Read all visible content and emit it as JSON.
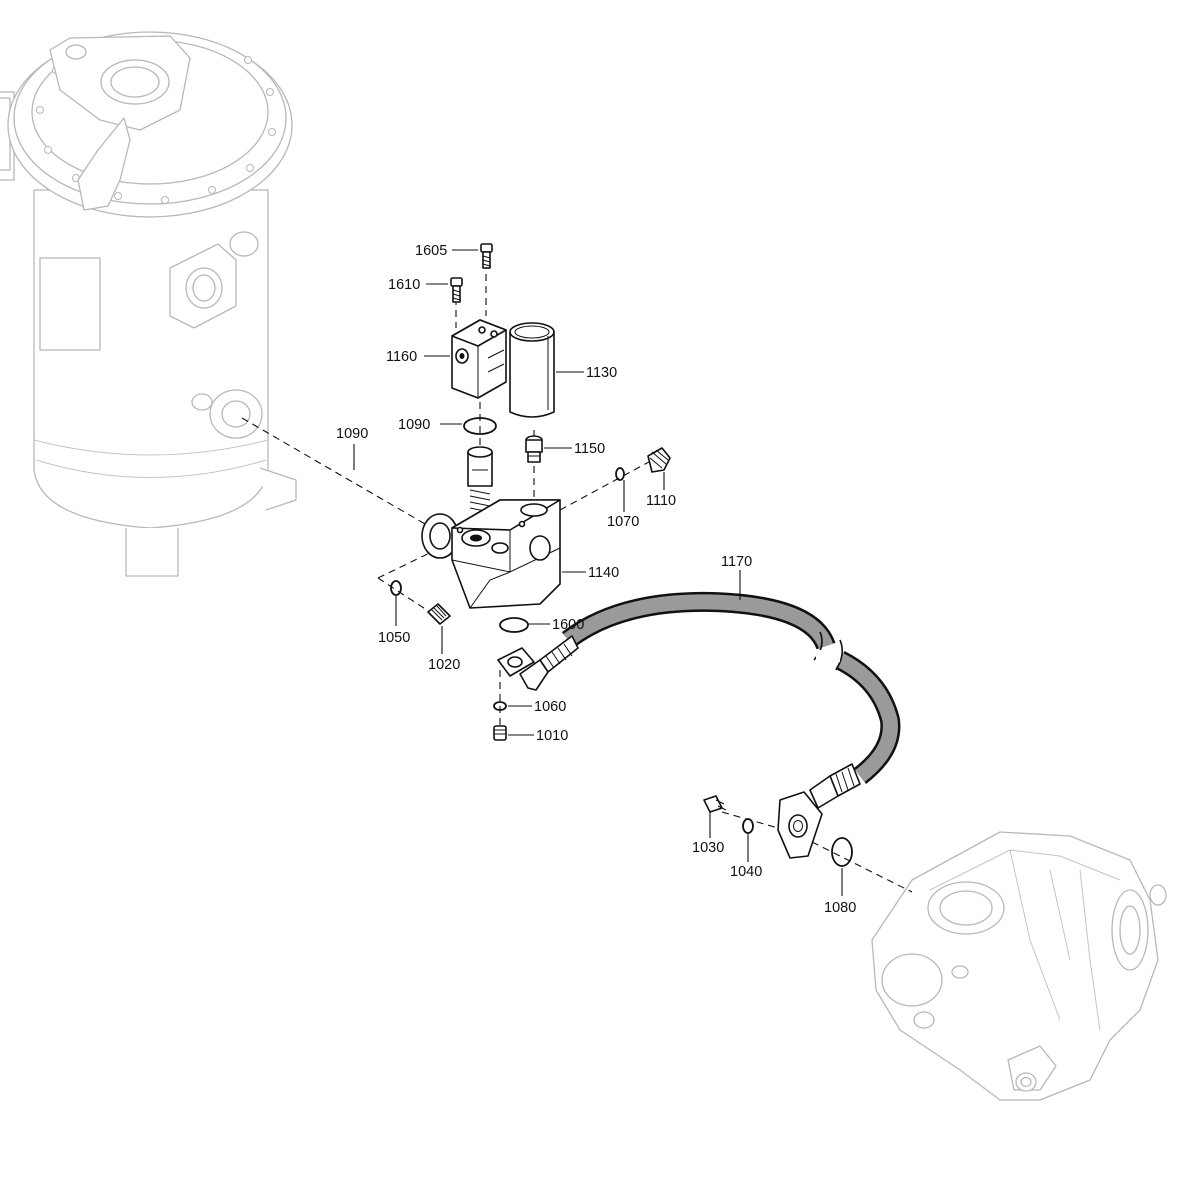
{
  "diagram": {
    "callouts": [
      {
        "id": "c1605",
        "text": "1605"
      },
      {
        "id": "c1610",
        "text": "1610"
      },
      {
        "id": "c1160",
        "text": "1160"
      },
      {
        "id": "c1130",
        "text": "1130"
      },
      {
        "id": "c1090a",
        "text": "1090"
      },
      {
        "id": "c1090b",
        "text": "1090"
      },
      {
        "id": "c1150",
        "text": "1150"
      },
      {
        "id": "c1110",
        "text": "1110"
      },
      {
        "id": "c1070",
        "text": "1070"
      },
      {
        "id": "c1140",
        "text": "1140"
      },
      {
        "id": "c1170",
        "text": "1170"
      },
      {
        "id": "c1050",
        "text": "1050"
      },
      {
        "id": "c1020",
        "text": "1020"
      },
      {
        "id": "c1600",
        "text": "1600"
      },
      {
        "id": "c1060",
        "text": "1060"
      },
      {
        "id": "c1010",
        "text": "1010"
      },
      {
        "id": "c1030",
        "text": "1030"
      },
      {
        "id": "c1040",
        "text": "1040"
      },
      {
        "id": "c1080",
        "text": "1080"
      }
    ]
  }
}
